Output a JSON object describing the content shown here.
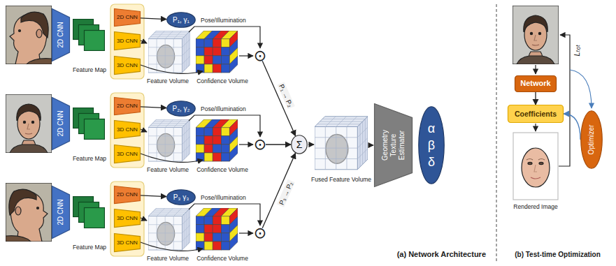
{
  "diagram": {
    "nodes": [
      {
        "text": [
          "(a) Network Architecture"
        ]
      },
      {
        "text": [
          "2D CNN"
        ],
        "in": 0
      },
      {
        "text": [
          "2D CNN"
        ],
        "in": 0
      },
      {
        "text": [
          "3D CNN"
        ],
        "in": 0
      },
      {
        "text": [
          "3D CNN"
        ],
        "in": 0
      },
      {
        "text": [
          "P₁, γ₁"
        ],
        "in": 0
      },
      {
        "text": [
          "⊙"
        ],
        "in": 0
      },
      {
        "text": [
          "2D CNN"
        ],
        "in": 0
      },
      {
        "text": [
          "2D CNN"
        ],
        "in": 0
      },
      {
        "text": [
          "3D CNN"
        ],
        "in": 0
      },
      {
        "text": [
          "3D CNN"
        ],
        "in": 0
      },
      {
        "text": [
          "P₂, γ₂"
        ],
        "in": 0
      },
      {
        "text": [
          "⊙"
        ],
        "in": 0
      },
      {
        "text": [
          "Σ"
        ],
        "in": 0
      },
      {
        "text": [
          "2D CNN"
        ],
        "in": 0
      },
      {
        "text": [
          "2D CNN"
        ],
        "in": 0
      },
      {
        "text": [
          "3D CNN"
        ],
        "in": 0
      },
      {
        "text": [
          "3D CNN"
        ],
        "in": 0
      },
      {
        "text": [
          "P₃ γ₃"
        ],
        "in": 0
      },
      {
        "text": [
          "⊙"
        ],
        "in": 0
      },
      {
        "text": [
          "Geometry Texture Estimator"
        ],
        "in": 0
      },
      {
        "text": [
          "α β δ"
        ],
        "in": 0
      },
      {
        "text": [
          "(b) Test-time Optimization"
        ]
      },
      {
        "text": [
          "Network"
        ],
        "in": 22
      },
      {
        "text": [
          "Coefficients"
        ],
        "in": 22
      },
      {
        "text": [
          "Optimizer"
        ],
        "in": 22
      }
    ],
    "edges": [
      {
        "from": 2,
        "to": 5,
        "arrow": "to"
      },
      {
        "from": 8,
        "to": 11,
        "arrow": "to"
      },
      {
        "from": 15,
        "to": 18,
        "arrow": "to"
      },
      {
        "from": 6,
        "to": 13,
        "label": "P₁ → P₂",
        "arrow": "to"
      },
      {
        "from": 12,
        "to": 13,
        "arrow": "to"
      },
      {
        "from": 19,
        "to": 13,
        "label": "P₃ → P₂",
        "arrow": "to"
      },
      {
        "from": 23,
        "to": 24,
        "arrow": "to"
      },
      {
        "from": 25,
        "to": 24,
        "arrow": "to"
      }
    ],
    "labels": [
      "Pose/Illumination",
      "Feature Map",
      "Feature Volume",
      "Confidence Volume",
      "Pose/Illumination",
      "Feature Map",
      "Feature Volume",
      "Confidence Volume",
      "Pose/Illumination",
      "Feature Map",
      "Feature Volume",
      "Confidence Volume",
      "Fused Feature Volume",
      "Rendered Image",
      "Lₜₒₜ"
    ]
  }
}
